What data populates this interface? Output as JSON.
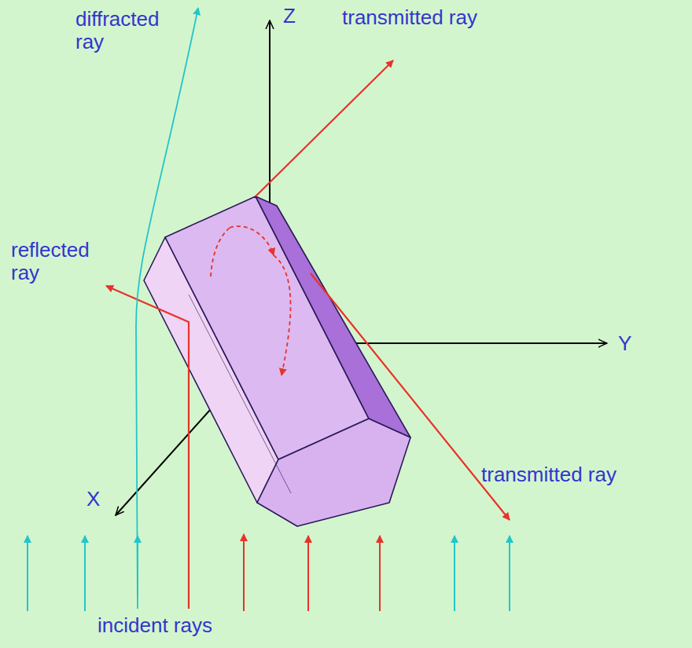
{
  "diagram": {
    "labels": [
      "diffracted ray",
      "Z",
      "transmitted ray",
      "reflected ray",
      "Y",
      "X",
      "transmitted ray",
      "incident rays"
    ]
  }
}
